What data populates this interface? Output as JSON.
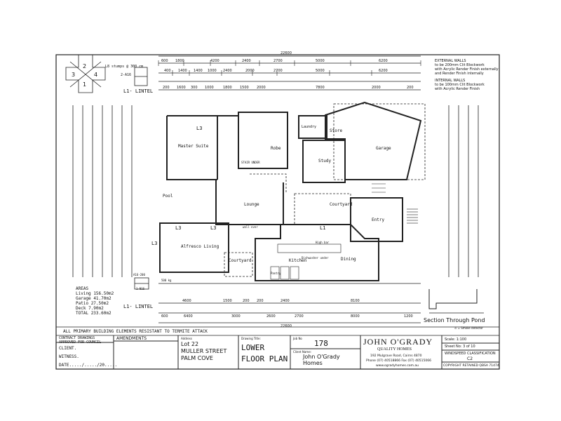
{
  "compass": {
    "q1": "1",
    "q2": "2",
    "q3": "3",
    "q4": "4"
  },
  "notes_top_left": {
    "stamp": "L8 stumps @ 300 cm",
    "a16": "2-A16",
    "lintel": "L1- LINTEL"
  },
  "external_walls": {
    "title": "EXTERNAL WALLS",
    "l1": "to be 200mm Clit Blockwork",
    "l2": "with Acrylic Render Finish externally",
    "l3": "and Render Finish internally",
    "title2": "INTERNAL WALLS",
    "l4": "to be 100mm Clit Blockwork",
    "l5": "with Acrylic Render Finish"
  },
  "dims_top": {
    "overall": "22600",
    "row1": [
      "600",
      "1800",
      "4200",
      "2400",
      "2700",
      "5000",
      "6200"
    ],
    "row2": [
      "400",
      "1400",
      "1400",
      "1000",
      "2400",
      "2000",
      "2700",
      "5000",
      "6200"
    ],
    "row3": [
      "200",
      "1600",
      "300",
      "1000",
      "1800",
      "1500",
      "2000",
      "7800",
      "2000",
      "200"
    ]
  },
  "rooms": {
    "master": "Master Suite",
    "store": "Store",
    "garage": "Garage",
    "robe": "Robe",
    "laundry": "Laundry",
    "study": "Study",
    "pool": "Pool",
    "lounge": "Lounge",
    "alfresco": "Alfresco Living",
    "courtyard_r": "Courtyard",
    "courtyard_l": "Courtyard",
    "entry": "Entry",
    "kitchen": "Kitchen",
    "dining": "Dining",
    "pantry": "Pantry",
    "dishwasher": "Dishwasher under",
    "highbar": "High bar"
  },
  "labels": {
    "l3": "L3",
    "l1": "L1",
    "wall_over": "wall over",
    "stair_under": "STAIR UNDER",
    "section_pond": "Section Through Pond",
    "smoke": "⊙ = Smoke detector",
    "lintel_bottom": "L1- LINTEL",
    "a16_200": "A16-200",
    "n16": "1-N16",
    "slab": "500 kg"
  },
  "areas": {
    "title": "AREAS",
    "rows": [
      {
        "k": "Living",
        "v": "156.50m2"
      },
      {
        "k": "Garage",
        "v": "41.70m2"
      },
      {
        "k": "Patio",
        "v": "27.50m2"
      },
      {
        "k": "Deck",
        "v": "7.90m2"
      },
      {
        "k": "TOTAL",
        "v": "233.60m2"
      }
    ]
  },
  "dims_bottom": {
    "overall": "22600",
    "row1": [
      "600",
      "6400",
      "3000",
      "2600",
      "2700",
      "8000",
      "1200"
    ],
    "row2": [
      "4600",
      "1500",
      "200",
      "200",
      "2400",
      "8100"
    ]
  },
  "termite": "ALL PRIMARY BUILDING ELEMENTS RESISTANT TO TERMITE ATTACK",
  "title_block": {
    "contract1": "CONTRACT DRAWINGS",
    "contract2": "APPROVED FOR COUNCIL",
    "client": "CLIENT.",
    "witness": "WITNESS.",
    "date": "DATE...../...../20.....",
    "amendments": "AMENDMENTS",
    "address_label": "Address",
    "address1": "Lot 22",
    "address2": "MULLER STREET",
    "address3": "PALM COVE",
    "drawing_label": "Drawing Title:",
    "drawing1": "LOWER",
    "drawing2": "FLOOR PLAN",
    "job_label": "Job No",
    "job_no": "178",
    "client_label": "Client Name:",
    "client1": "John O'Grady",
    "client2": "Homes",
    "company1": "JOHN O'GRADY",
    "company2": "QUALITY HOMES",
    "company3": "192  Mulgrave Road, Cairns 4870",
    "company4": "Phone (07) 40518866  Fax (07) 40515066",
    "company5": "www.ogradyhomes.com.au",
    "scale_label": "Scale: 1:100",
    "sheet_label": "Sheet No: 3  of  10",
    "wind_label": "WINDSPEED CLASSIFICATION",
    "wind_val": "C2",
    "copyright": "COPYRIGHT RETAINED QBSA 71474"
  }
}
